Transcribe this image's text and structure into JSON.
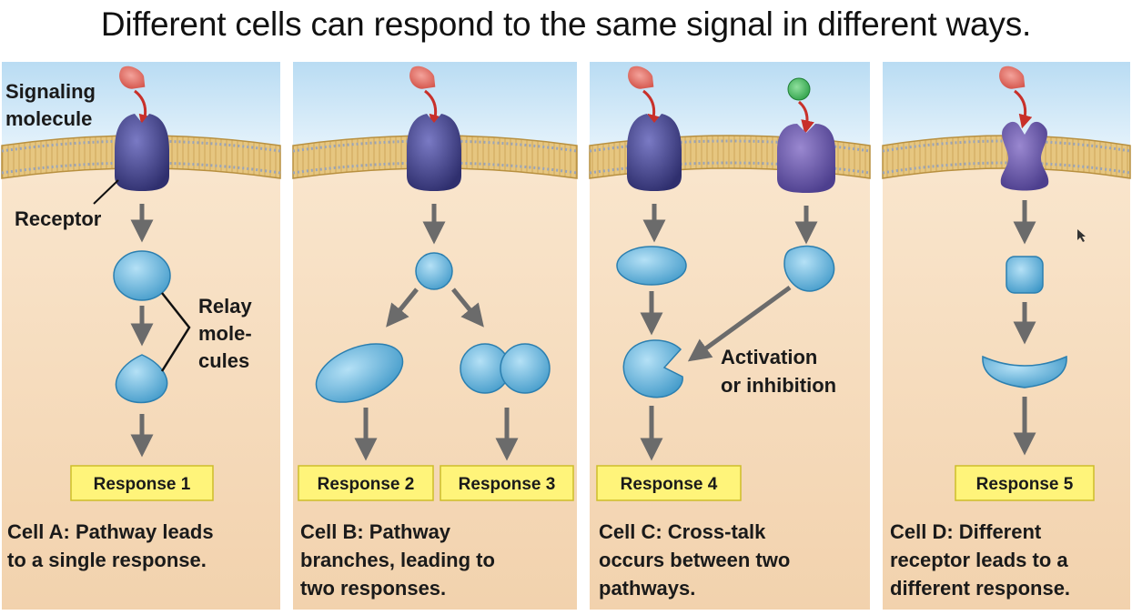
{
  "title": "Different cells can respond to the same signal in different ways.",
  "labels": {
    "signaling_molecule": [
      "Signaling",
      "molecule"
    ],
    "receptor": "Receptor",
    "relay_molecules": [
      "Relay",
      "mole-",
      "cules"
    ],
    "activation_inhibition": [
      "Activation",
      "or inhibition"
    ]
  },
  "responses": {
    "r1": "Response 1",
    "r2": "Response 2",
    "r3": "Response 3",
    "r4": "Response 4",
    "r5": "Response 5"
  },
  "captions": {
    "cell_a": [
      "Cell A: Pathway leads",
      "to a single response."
    ],
    "cell_b": [
      "Cell B: Pathway",
      "branches, leading to",
      "two responses."
    ],
    "cell_c": [
      "Cell C: Cross-talk",
      "occurs between two",
      "pathways."
    ],
    "cell_d": [
      "Cell D: Different",
      "receptor leads to a",
      "different response."
    ]
  },
  "colors": {
    "cytoplasm": "#f5dfc2",
    "extracellular": "#c9e4f5",
    "membrane": "#e3c27a",
    "receptor": "#3f3f86",
    "relay": "#5fb3dc",
    "signal": "#e06a60",
    "second_signal": "#3cb85a",
    "response_box": "#fff47a",
    "arrow": "#6b6b6b",
    "signal_arrow": "#c8302a"
  },
  "icons": {
    "signal": "teardrop-signal-icon",
    "second_signal": "green-circle-signal-icon"
  }
}
